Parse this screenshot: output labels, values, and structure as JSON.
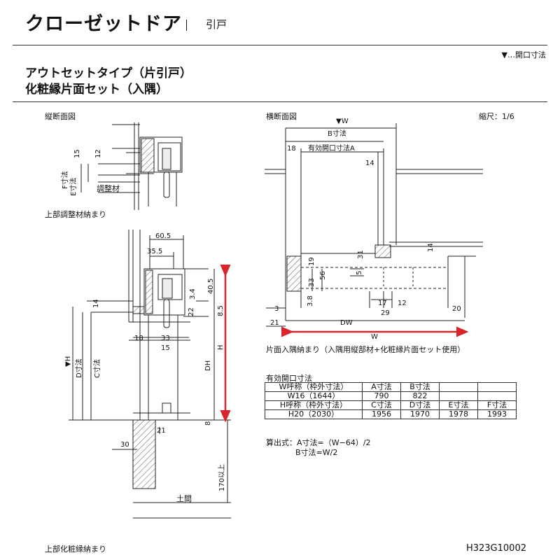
{
  "header": {
    "title": "クローゼットドア",
    "subtitle": "引戸"
  },
  "note": "▼…開口寸法",
  "type_title": [
    "アウトセットタイプ（片引戸）",
    "化粧縁片面セット（入隅）"
  ],
  "labels": {
    "vertical_section": "縦断面図",
    "horizontal_section": "横断面図",
    "scale": "縮尺：1/6",
    "upper_adjust": "上部調整材納まり",
    "upper_trim": "上部化粧縁納まり",
    "corner_note": "片面入隅納まり（入隅用縦部材+化粧縁片面セット使用）",
    "adjust_material": "調整材",
    "floor": "土間"
  },
  "dims_top": {
    "d15": "15",
    "d12": "12",
    "f": "F寸法",
    "e": "E寸法"
  },
  "dims_main": {
    "d60_5": "60.5",
    "d35_5": "35.5",
    "d14": "14",
    "d3_4": "3.4",
    "d40_5": "40.5",
    "d22": "22",
    "d8_5": "8.5",
    "h_mark": "▼H",
    "d_dim": "D寸法",
    "c_dim": "C寸法",
    "d18": "18",
    "d33": "33",
    "d15": "15",
    "dh": "DH",
    "h": "H",
    "d21": "21",
    "d8": "8",
    "d30": "30",
    "d170": "170以上"
  },
  "dims_horizontal": {
    "w_mark": "▼W",
    "b_dim": "B寸法",
    "d18": "18",
    "a_dim": "有効開口寸法A",
    "d14a": "14",
    "d31": "31",
    "d14b": "14",
    "d19": "19",
    "d33": "33",
    "d56": "56",
    "d5": "5",
    "d3": "3",
    "d3_8": "3.8",
    "d17": "17",
    "d12": "12",
    "d29": "29",
    "d20": "20",
    "d21": "21",
    "dw": "DW",
    "w": "W"
  },
  "table": {
    "title": "有効開口寸法",
    "rows": [
      [
        "W呼称（枠外寸法）",
        "A寸法",
        "B寸法",
        "",
        ""
      ],
      [
        "W16（1644）",
        "790",
        "822",
        "",
        ""
      ],
      [
        "H呼称（枠外寸法）",
        "C寸法",
        "D寸法",
        "E寸法",
        "F寸法"
      ],
      [
        "H20（2030）",
        "1956",
        "1970",
        "1978",
        "1993"
      ]
    ]
  },
  "formula": [
    "算出式：A寸法=（W−64）/2",
    "B寸法=W/2"
  ],
  "code": "H323G10002",
  "colors": {
    "line": "#222222",
    "accent": "#d9242b",
    "hatch": "#555555",
    "wood": "#f2f2f2"
  }
}
